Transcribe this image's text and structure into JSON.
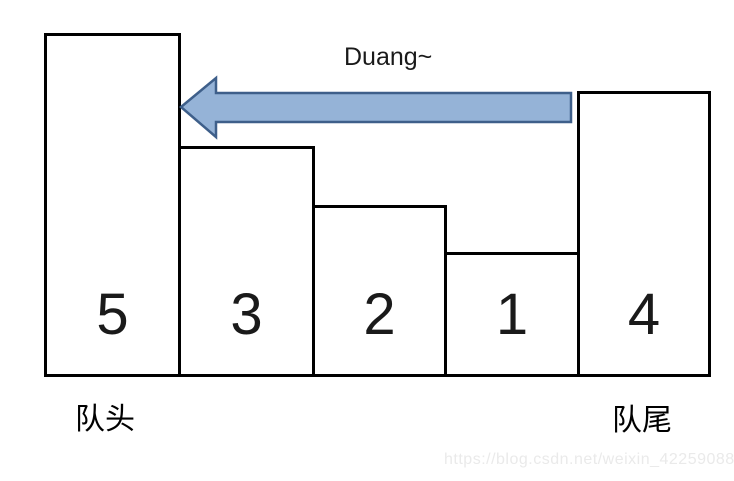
{
  "diagram": {
    "arrow": {
      "label": "Duang~",
      "direction": "left",
      "fill_color": "#95b3d7",
      "stroke_color": "#3e5f8a"
    },
    "queue": {
      "items": [
        {
          "value": "5"
        },
        {
          "value": "3"
        },
        {
          "value": "2"
        },
        {
          "value": "1"
        },
        {
          "value": "4"
        }
      ],
      "head_label": "队头",
      "tail_label": "队尾"
    },
    "watermark_text": "https://blog.csdn.net/weixin_42259088"
  }
}
